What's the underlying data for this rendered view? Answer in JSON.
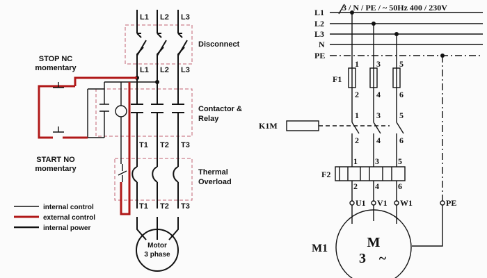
{
  "left": {
    "phases_top": [
      "L1",
      "L2",
      "L3"
    ],
    "phases_mid": [
      "L1",
      "L2",
      "L3"
    ],
    "terminals_contactor": [
      "T1",
      "T2",
      "T3"
    ],
    "terminals_overload": [
      "T1",
      "T2",
      "T3"
    ],
    "sections": {
      "disconnect": "Disconnect",
      "contactor_1": "Contactor &",
      "contactor_2": "Relay",
      "thermal_1": "Thermal",
      "thermal_2": "Overload"
    },
    "stop_label_1": "STOP NC",
    "stop_label_2": "momentary",
    "start_label_1": "START NO",
    "start_label_2": "momentary",
    "motor_1": "Motor",
    "motor_2": "3 phase",
    "legend": [
      {
        "label": "internal control",
        "color": "#111111"
      },
      {
        "label": "external control",
        "color": "#b01818"
      },
      {
        "label": "internal power",
        "color": "#111111"
      }
    ]
  },
  "right": {
    "supply": "3 / N / PE / ~ 50Hz 400 / 230V",
    "lines": [
      "L1",
      "L2",
      "L3",
      "N",
      "PE"
    ],
    "fuse_label": "F1",
    "fuse_top": [
      "1",
      "3",
      "5"
    ],
    "fuse_bottom": [
      "2",
      "4",
      "6"
    ],
    "contactor_label": "K1M",
    "contactor_top": [
      "1",
      "3",
      "5"
    ],
    "contactor_bottom": [
      "2",
      "4",
      "6"
    ],
    "overload_label": "F2",
    "overload_top": [
      "1",
      "3",
      "5"
    ],
    "overload_bottom": [
      "2",
      "4",
      "6"
    ],
    "motor_terminals": [
      "U1",
      "V1",
      "W1",
      "PE"
    ],
    "motor_label": "M1",
    "motor_symbol_1": "M",
    "motor_symbol_2": "3",
    "motor_symbol_ac": "~"
  }
}
